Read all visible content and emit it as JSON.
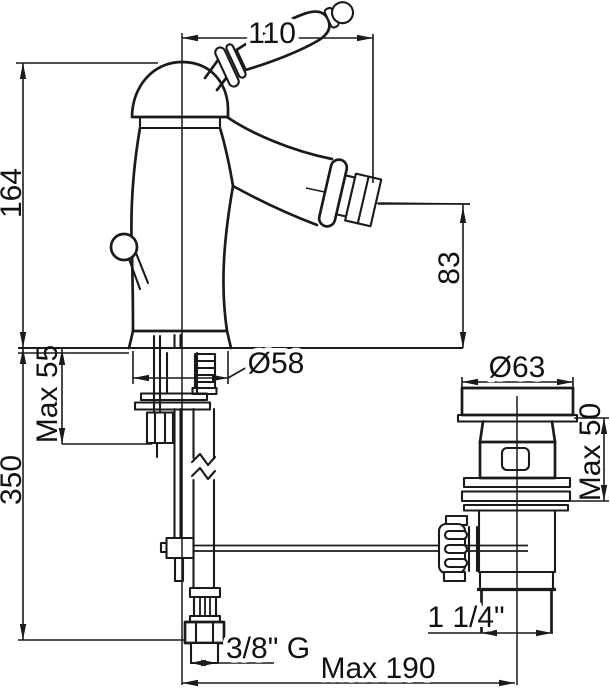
{
  "drawing": {
    "kind": "faucet-technical-drawing",
    "colors": {
      "line": "#1a1a1a",
      "background": "#ffffff"
    },
    "labels": {
      "spout_reach": "110",
      "body_height": "164",
      "spout_height": "83",
      "base_diameter": "Ø58",
      "max_deck_thickness": "Max 55",
      "hose_length": "350",
      "waste_flange_diameter": "Ø63",
      "waste_max_deck": "Max 50",
      "waste_pipe_size": "1 1/4\"",
      "supply_thread": "3/8\" G",
      "max_center_distance": "Max 190"
    }
  }
}
